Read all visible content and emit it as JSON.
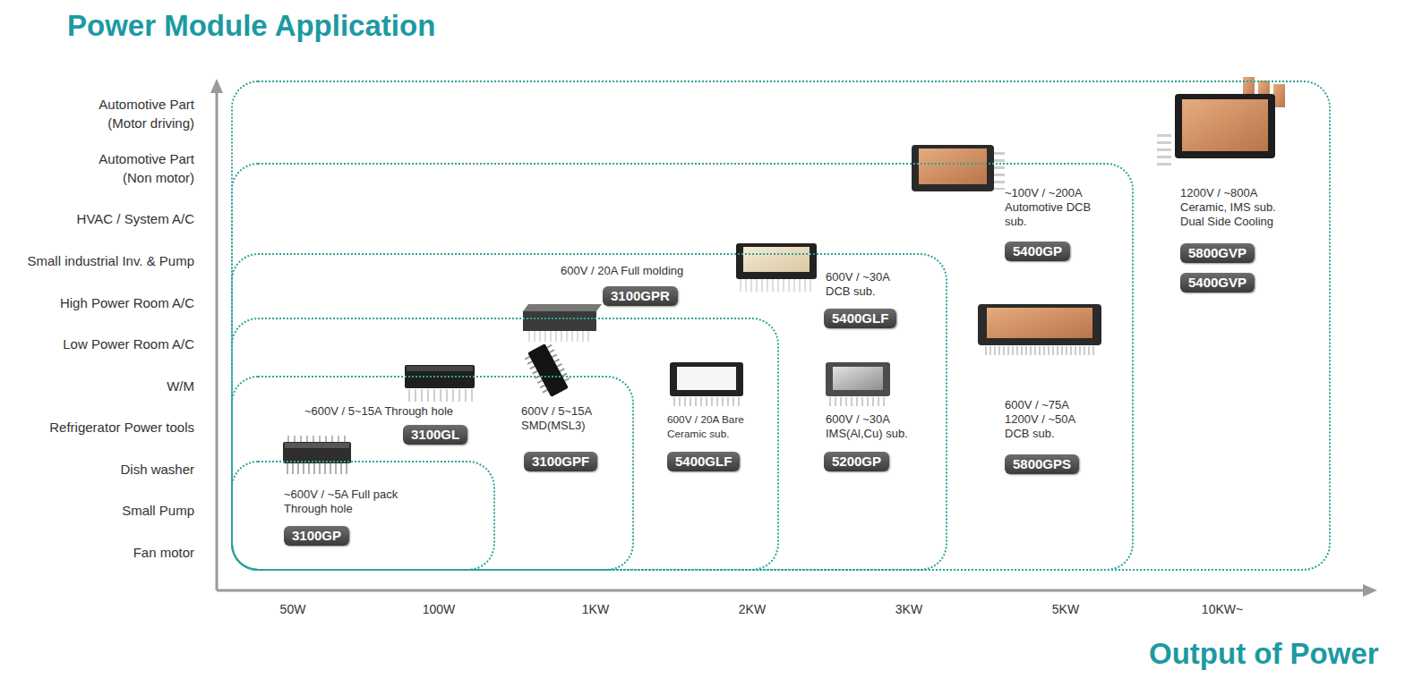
{
  "diagram": {
    "title": "Power Module Application",
    "nodes": [
      {
        "text": [
          "1200V / ~800A Ceramic, IMS sub. Dual Side Cooling"
        ]
      },
      {
        "text": [
          "~100V / ~200A Automotive DCB sub.",
          "600V / ~75A 1200V / ~50A DCB sub."
        ],
        "in": 0
      },
      {
        "text": [
          "600V / 20A Full molding",
          "600V / ~30A DCB sub.",
          "600V / ~30A IMS(Al,Cu) sub."
        ],
        "in": 1
      },
      {
        "text": [
          "600V / 20A Bare Ceramic sub."
        ],
        "in": 2
      },
      {
        "text": [
          "~600V / 5~15A Through hole",
          "600V / 5~15A SMD(MSL3)"
        ],
        "in": 3
      },
      {
        "text": [
          "~600V / ~5A Full pack Through hole"
        ],
        "in": 4
      },
      {
        "text": [
          "3100GP"
        ],
        "in": 5
      },
      {
        "text": [
          "3100GL"
        ],
        "in": 4
      },
      {
        "text": [
          "3100GPF"
        ],
        "in": 4
      },
      {
        "text": [
          "3100GPR"
        ],
        "in": 2
      },
      {
        "text": [
          "5400GLF"
        ],
        "in": 3
      },
      {
        "text": [
          "5400GLF"
        ],
        "in": 2
      },
      {
        "text": [
          "5200GP"
        ],
        "in": 2
      },
      {
        "text": [
          "5400GP"
        ],
        "in": 1
      },
      {
        "text": [
          "5800GPS"
        ],
        "in": 1
      },
      {
        "text": [
          "5800GVP"
        ],
        "in": 0
      },
      {
        "text": [
          "5400GVP"
        ],
        "in": 0
      }
    ],
    "labels": [
      "Automotive Part (Motor driving)",
      "Automotive Part (Non motor)",
      "HVAC / System A/C",
      "Small industrial Inv. & Pump",
      "High Power Room A/C",
      "Low Power Room A/C",
      "W/M",
      "Refrigerator Power tools",
      "Dish washer",
      "Small Pump",
      "Fan motor",
      "50W",
      "100W",
      "1KW",
      "2KW",
      "3KW",
      "5KW",
      "10KW~",
      "Output of Power"
    ]
  }
}
